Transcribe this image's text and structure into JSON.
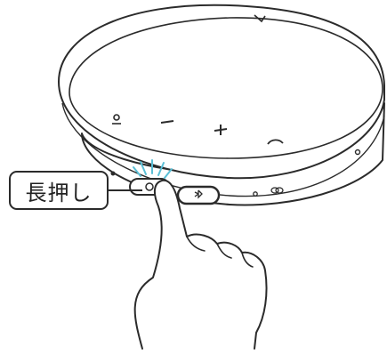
{
  "callout": {
    "label": "長押し"
  },
  "device": {
    "buttons": [
      "mute-icon",
      "volume-down-icon",
      "volume-up-icon",
      "end-call-icon"
    ],
    "side_controls": [
      "power-button",
      "bluetooth-button",
      "led-indicator",
      "link-icon"
    ]
  },
  "colors": {
    "accent": "#5bbfd6",
    "outline": "#2b2b2b",
    "fill": "#ffffff"
  }
}
